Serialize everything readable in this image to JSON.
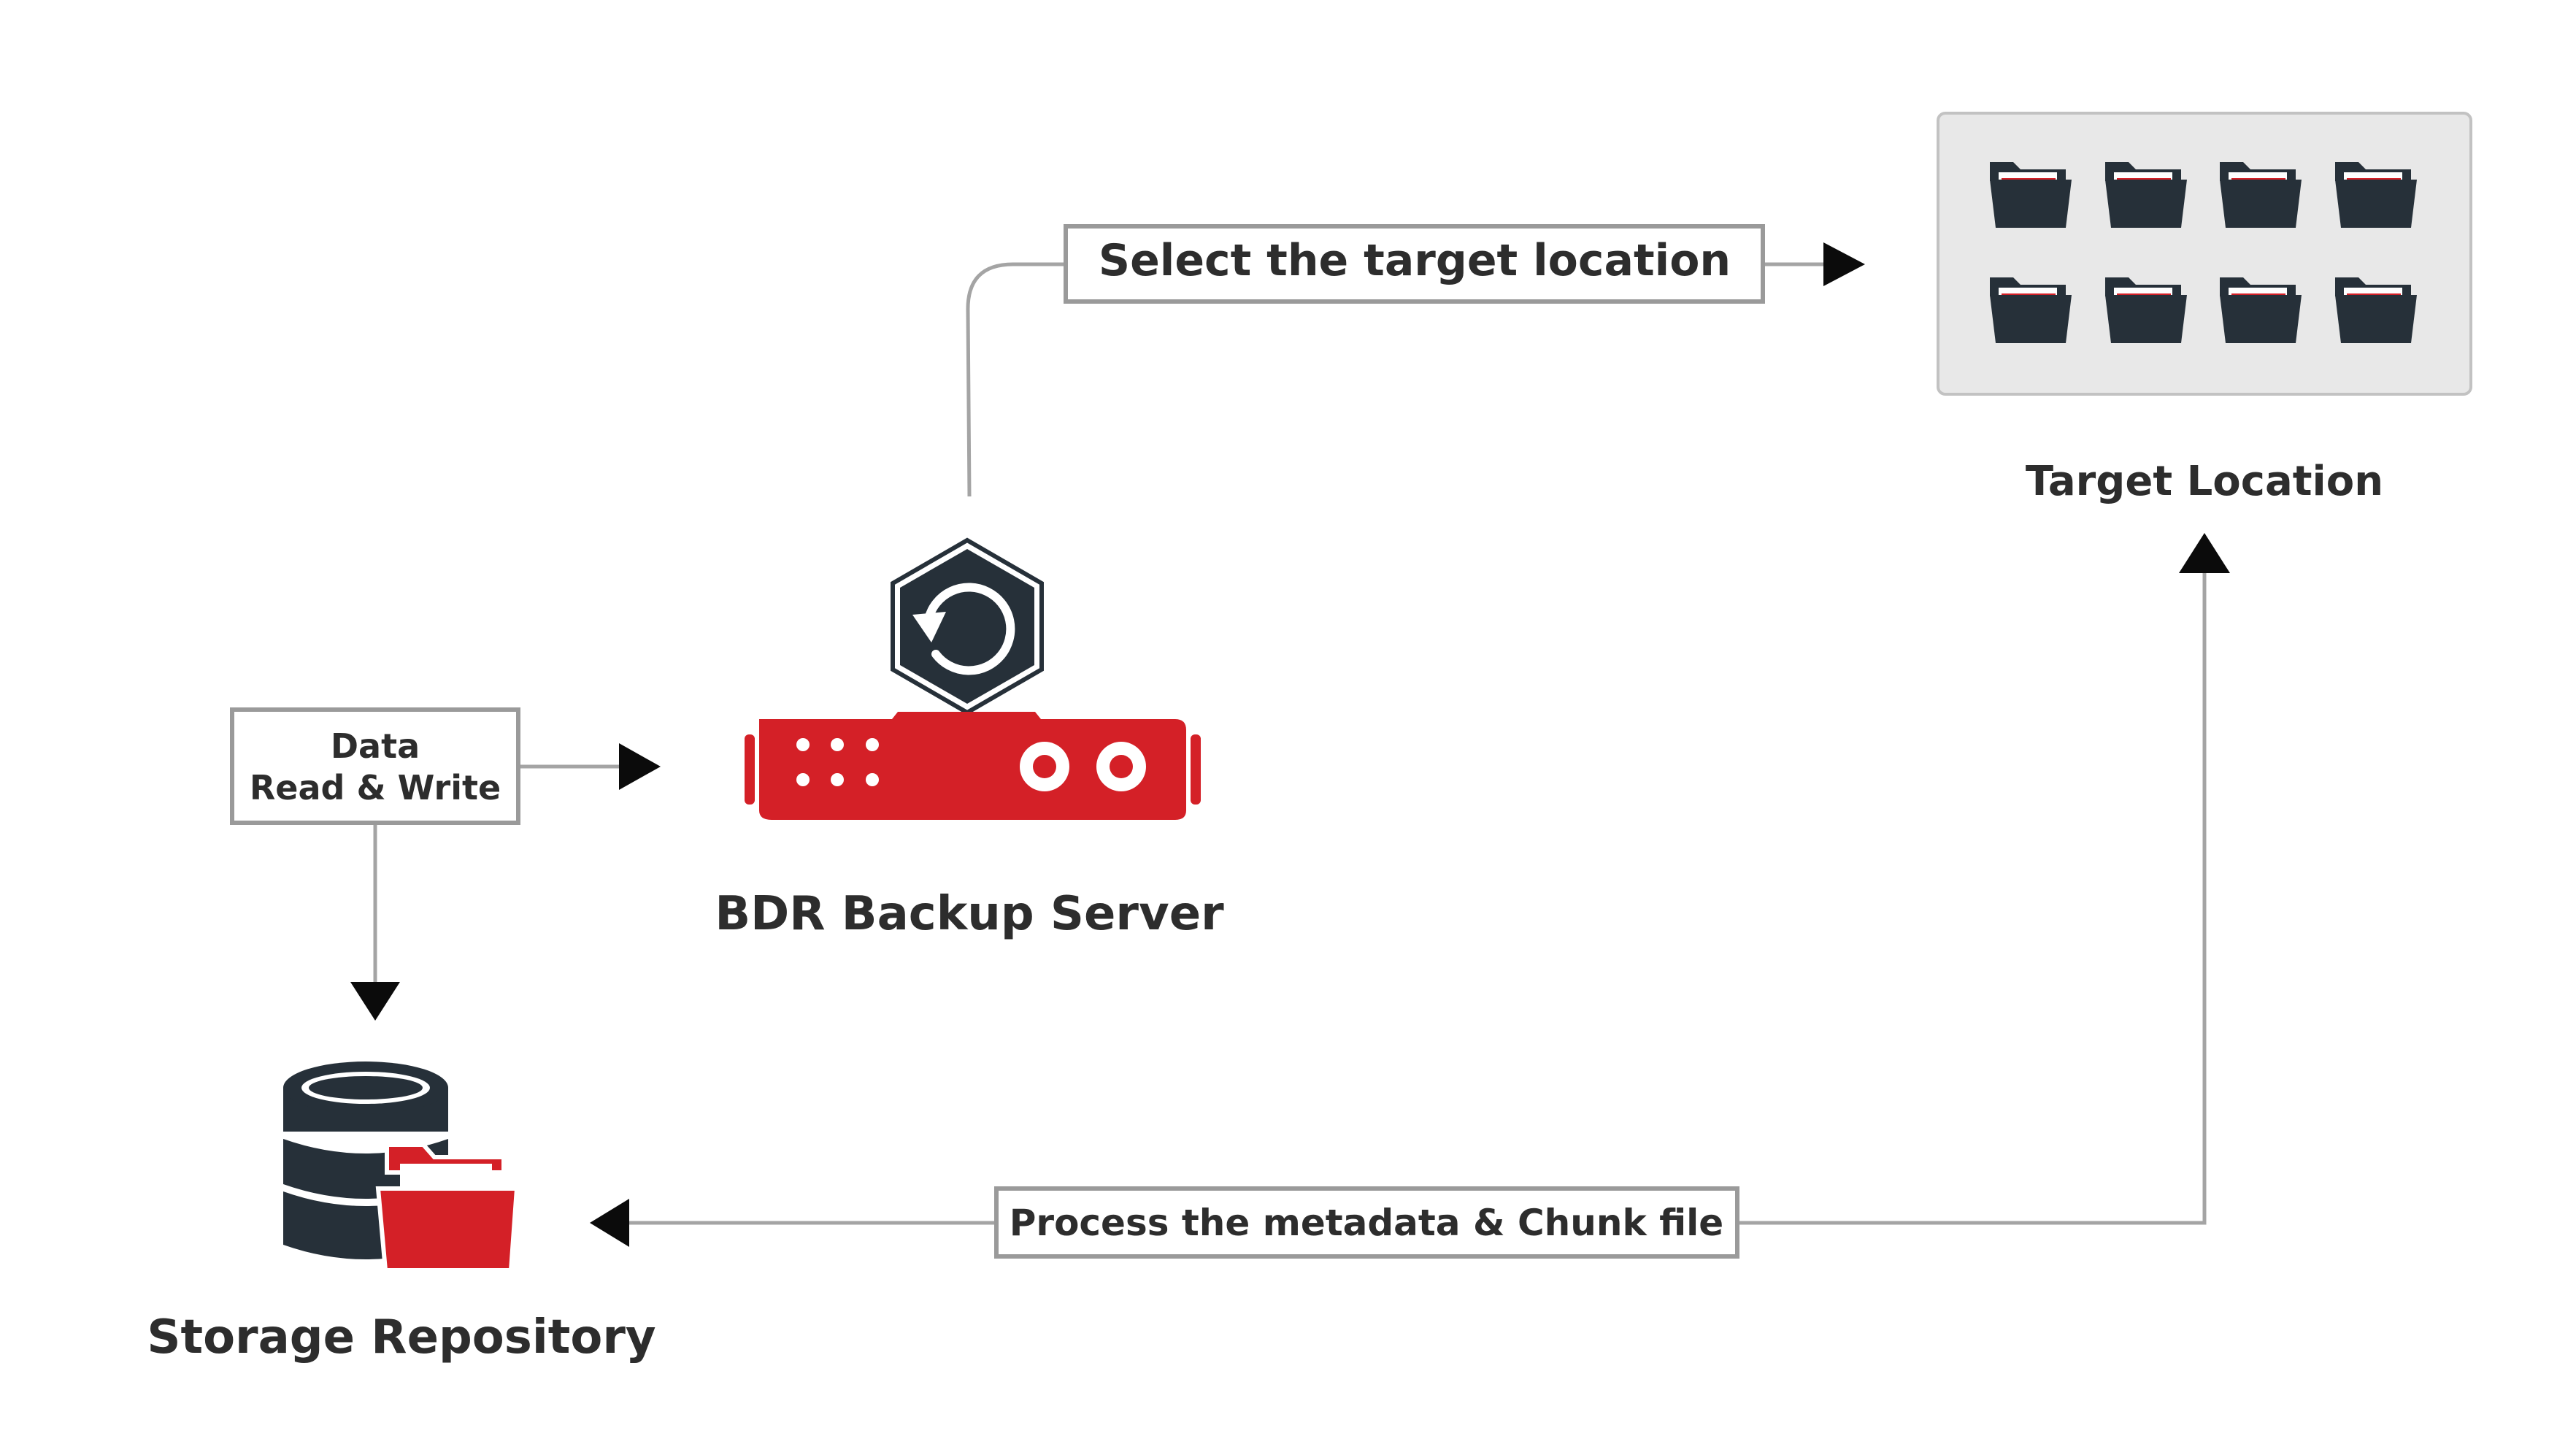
{
  "labels": {
    "select_target": "Select the target location",
    "target_location": "Target Location",
    "data_line1": "Data",
    "data_line2": "Read & Write",
    "bdr_server": "BDR Backup Server",
    "process_metadata": "Process the metadata & Chunk file",
    "storage_repository": "Storage Repository"
  },
  "colors": {
    "accent_red": "#d42027",
    "dark_navy": "#263039",
    "connector_gray": "#a4a4a4",
    "panel_gray": "#e8e8e8",
    "text": "#2d2d2d"
  },
  "icons": {
    "server": "backup-server-icon",
    "backup": "backup-restore-hexagon-icon",
    "folder": "folder-icon",
    "storage": "database-folder-icon"
  }
}
